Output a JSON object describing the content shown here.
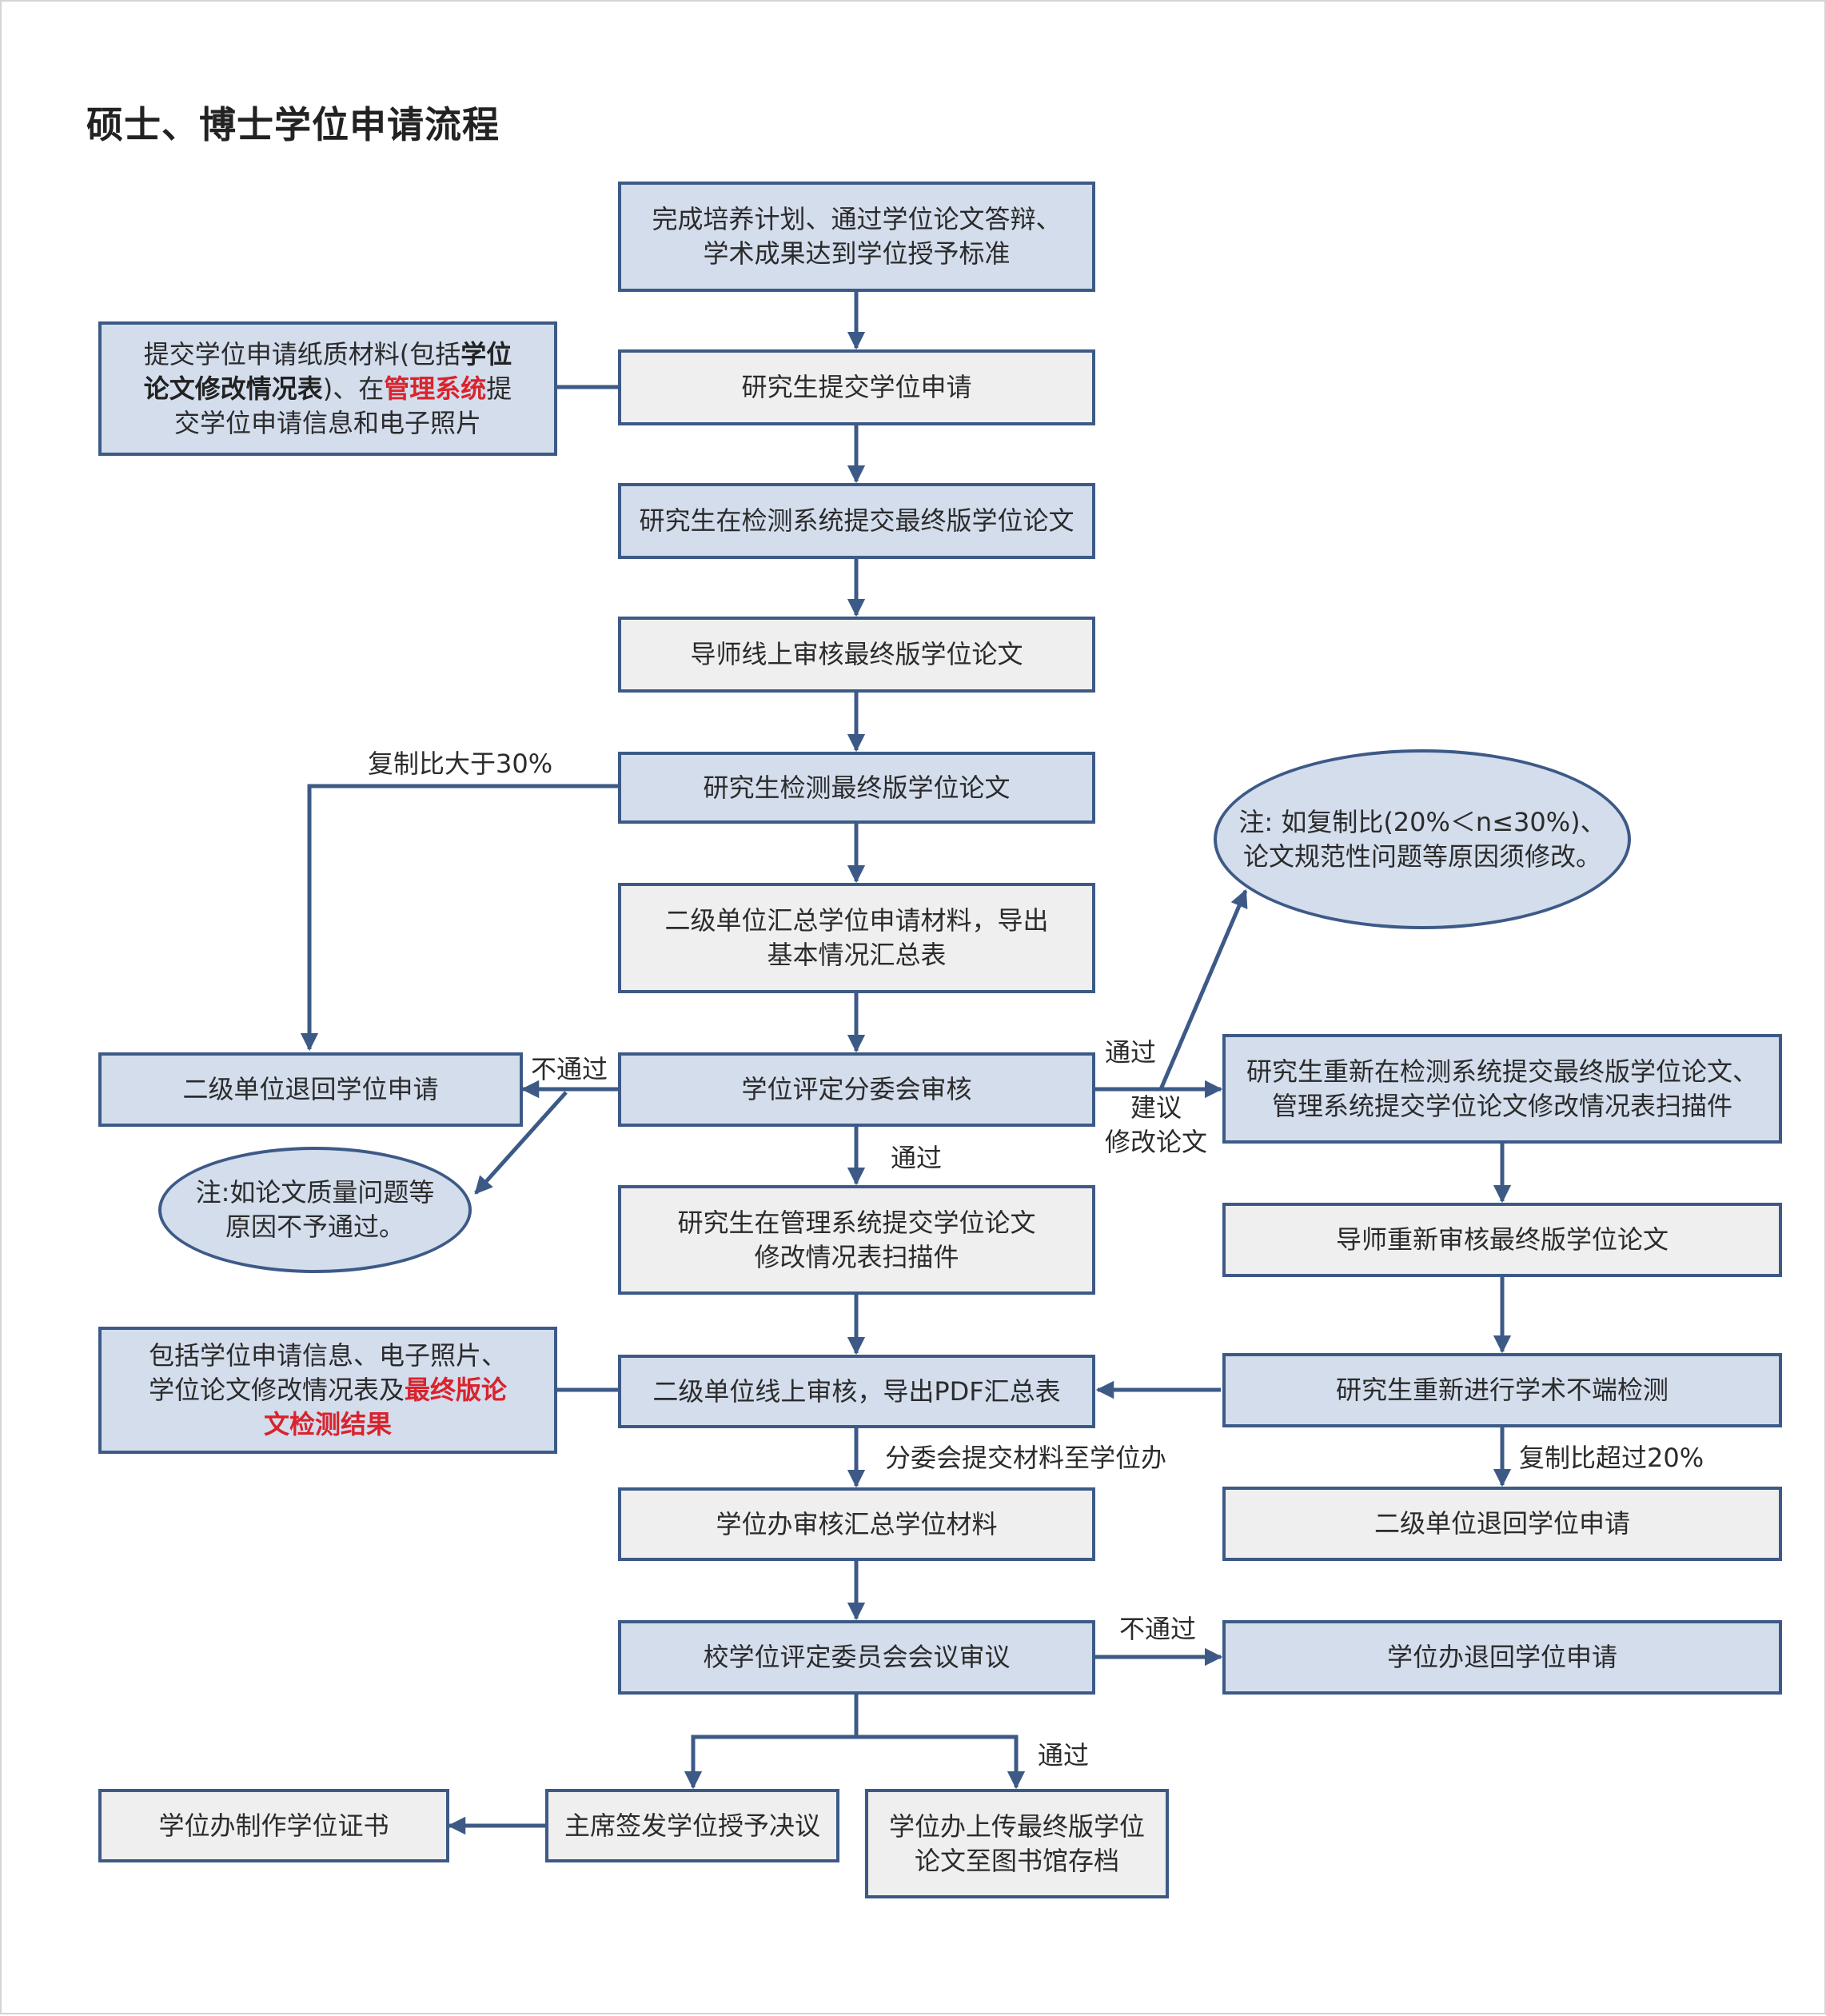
{
  "title": "硕士、博士学位申请流程",
  "nodes": {
    "complete_plan": "完成培养计划、通过学位论文答辩、\n学术成果达到学位授予标准",
    "submit_application": "研究生提交学位申请",
    "submit_final_thesis": "研究生在检测系统提交最终版学位论文",
    "advisor_review": "导师线上审核最终版学位论文",
    "check_thesis": "研究生检测最终版学位论文",
    "unit_summary": "二级单位汇总学位申请材料，导出\n基本情况汇总表",
    "committee_review": "学位评定分委会审核",
    "unit_return_left": "二级单位退回学位申请",
    "submit_revision_scan": "研究生在管理系统提交学位论文\n修改情况表扫描件",
    "unit_online_review": "二级单位线上审核，导出PDF汇总表",
    "office_review": "学位办审核汇总学位材料",
    "school_committee": "校学位评定委员会会议审议",
    "office_return": "学位办退回学位申请",
    "chair_sign": "主席签发学位授予决议",
    "make_certificate": "学位办制作学位证书",
    "upload_library": "学位办上传最终版学位\n论文至图书馆存档",
    "resubmit": "研究生重新在检测系统提交最终版学位论文、\n管理系统提交学位论文修改情况表扫描件",
    "advisor_rereview": "导师重新审核最终版学位论文",
    "recheck": "研究生重新进行学术不端检测",
    "unit_return_right": "二级单位退回学位申请"
  },
  "paper_box": {
    "p1": "提交学位申请纸质材料(包括",
    "p2_bold": "学位",
    "p3_bold": "论文修改情况表",
    "p4": ")、在",
    "p5_red": "管理系统",
    "p6": "提",
    "p7": "交学位申请信息和电子照片"
  },
  "include_box": {
    "q1": "包括学位申请信息、电子照片、",
    "q2": "学位论文修改情况表及",
    "q3_red": "最终版论",
    "q4_red": "文检测结果"
  },
  "notes": {
    "right_note": "注: 如复制比(20%＜n≤30%)、\n论文规范性问题等原因须修改。",
    "left_note": "注:如论文质量问题等\n原因不予通过。"
  },
  "labels": {
    "copy_over_30": "复制比大于30%",
    "fail_1": "不通过",
    "pass_1": "通过",
    "suggest_revise": "建议\n修改论文",
    "pass_down": "通过",
    "submit_to_office": "分委会提交材料至学位办",
    "copy_over_20": "复制比超过20%",
    "fail_2": "不通过",
    "pass_2": "通过"
  },
  "colors": {
    "border": "#3d5a87",
    "box_blue": "#d3ddec",
    "box_gray": "#efefef",
    "emphasis_red": "#d9232d"
  }
}
